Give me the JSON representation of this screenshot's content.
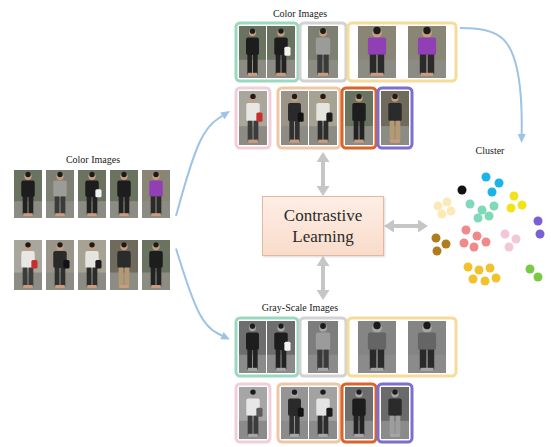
{
  "diagram": {
    "nodes": [
      {
        "text": [
          "Color Images"
        ]
      },
      {
        "text": [
          "Color Images"
        ]
      },
      {
        "text": [
          "Contrastive Learning"
        ]
      },
      {
        "text": [
          "Cluster"
        ]
      },
      {
        "text": [
          "Gray-Scale Images"
        ]
      }
    ],
    "edges": [
      {
        "from": 1,
        "to": 0,
        "arrow": "to"
      },
      {
        "from": 1,
        "to": 4,
        "arrow": "to"
      },
      {
        "from": 2,
        "to": 0,
        "arrow": "both"
      },
      {
        "from": 2,
        "to": 4,
        "arrow": "both"
      },
      {
        "from": 2,
        "to": 3,
        "arrow": "both"
      },
      {
        "from": 0,
        "to": 3,
        "arrow": "to"
      }
    ]
  }
}
